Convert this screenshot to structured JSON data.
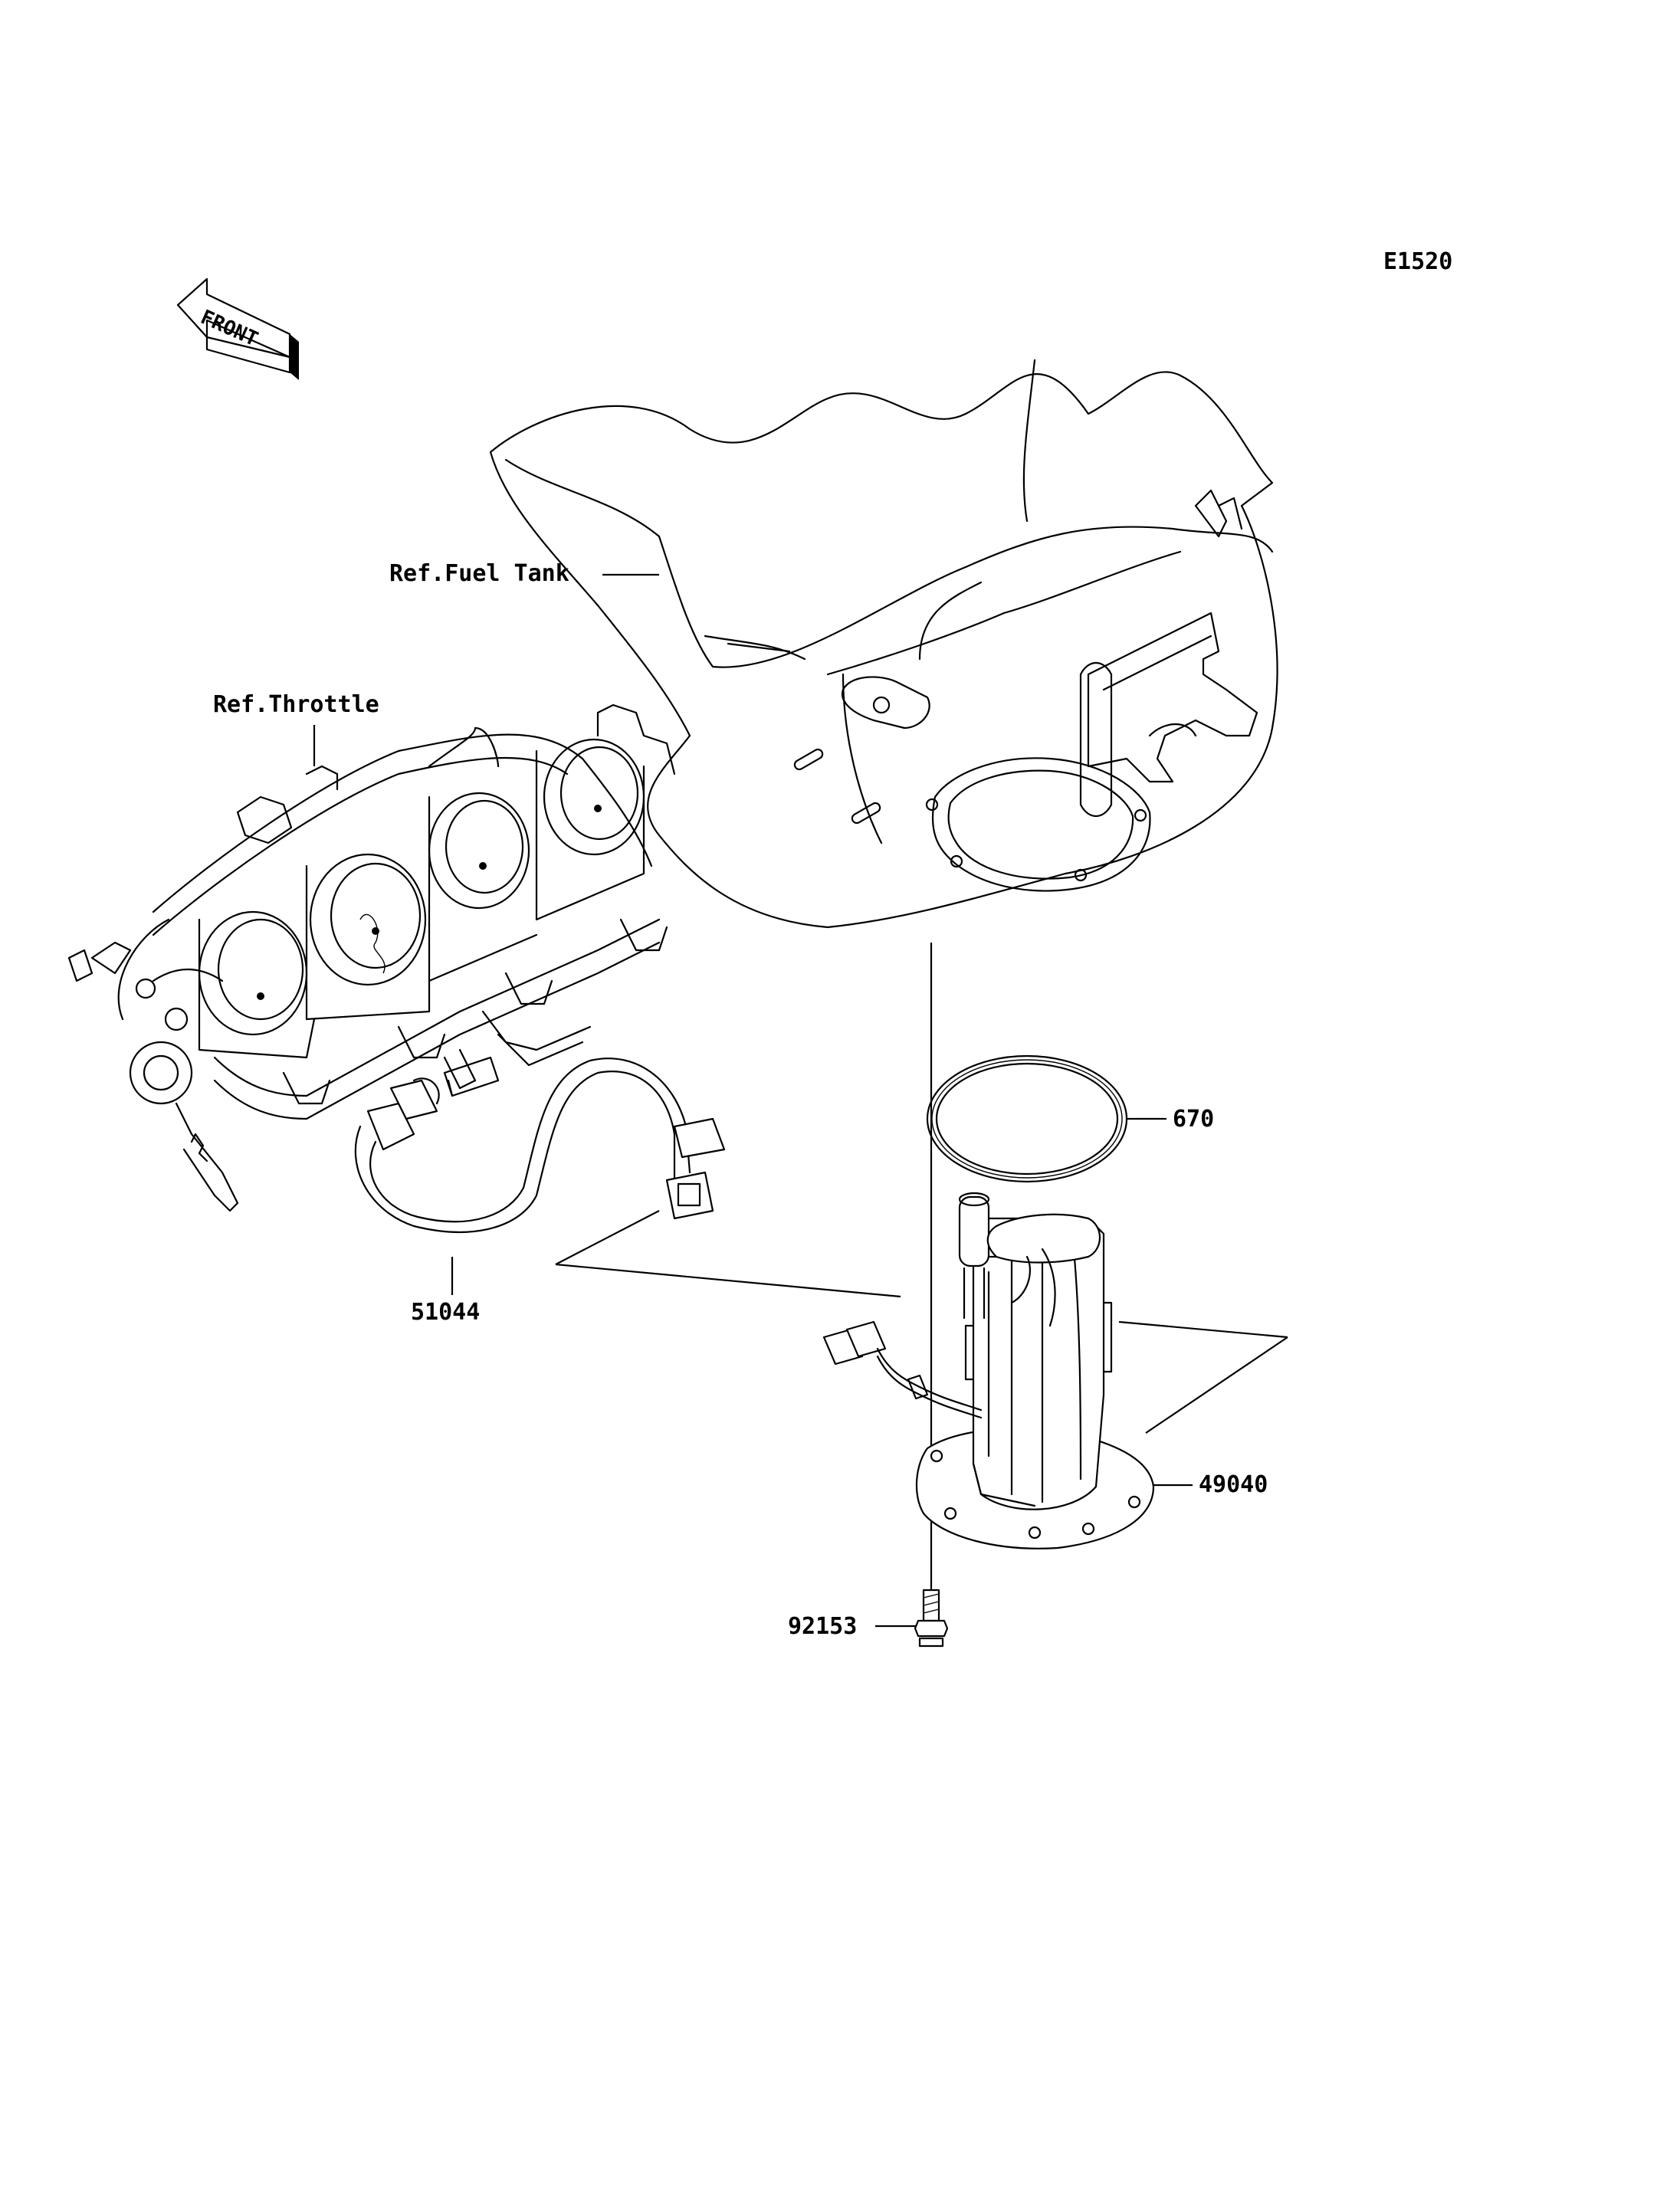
{
  "diagram_code": "E1520",
  "front_marker": "FRONT",
  "labels": {
    "fuel_tank": "Ref.Fuel Tank",
    "throttle": "Ref.Throttle",
    "gasket": "670",
    "fuel_hose": "51044",
    "fuel_pump": "49040",
    "bolt": "92153"
  }
}
